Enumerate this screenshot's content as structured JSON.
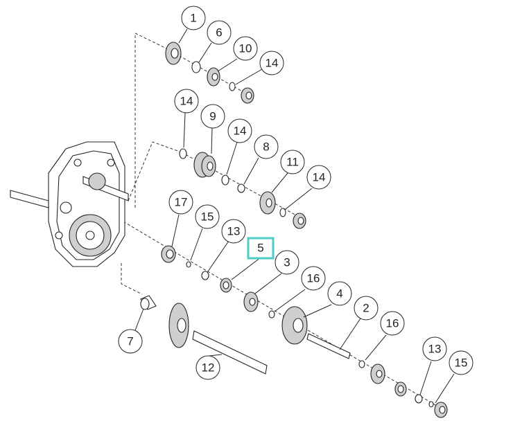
{
  "diagram": {
    "callouts": [
      {
        "id": "c1",
        "label": "1"
      },
      {
        "id": "c6",
        "label": "6"
      },
      {
        "id": "c10",
        "label": "10"
      },
      {
        "id": "c14a",
        "label": "14"
      },
      {
        "id": "c14b",
        "label": "14"
      },
      {
        "id": "c9",
        "label": "9"
      },
      {
        "id": "c14c",
        "label": "14"
      },
      {
        "id": "c8",
        "label": "8"
      },
      {
        "id": "c11",
        "label": "11"
      },
      {
        "id": "c14d",
        "label": "14"
      },
      {
        "id": "c17",
        "label": "17"
      },
      {
        "id": "c15a",
        "label": "15"
      },
      {
        "id": "c13a",
        "label": "13"
      },
      {
        "id": "c5",
        "label": "5"
      },
      {
        "id": "c3",
        "label": "3"
      },
      {
        "id": "c16a",
        "label": "16"
      },
      {
        "id": "c4",
        "label": "4"
      },
      {
        "id": "c2",
        "label": "2"
      },
      {
        "id": "c16b",
        "label": "16"
      },
      {
        "id": "c7",
        "label": "7"
      },
      {
        "id": "c12",
        "label": "12"
      },
      {
        "id": "c13b",
        "label": "13"
      },
      {
        "id": "c15b",
        "label": "15"
      }
    ],
    "highlight_color": "#4ecdc4"
  }
}
